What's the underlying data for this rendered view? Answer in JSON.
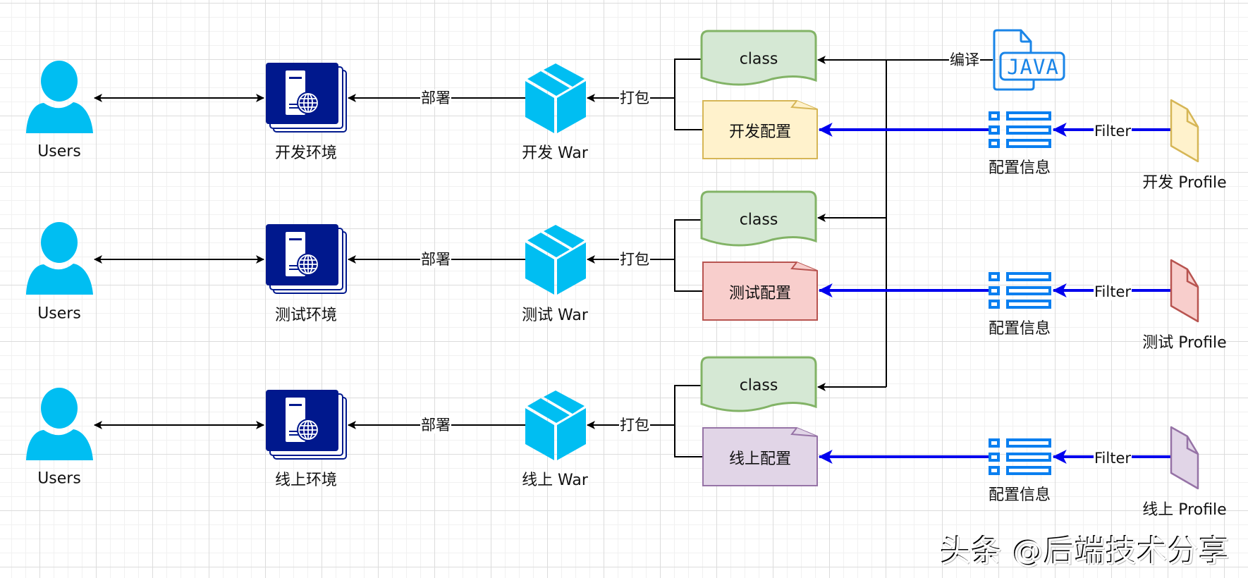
{
  "diagram": {
    "rows": [
      {
        "users_label": "Users",
        "env_label": "开发环境",
        "war_label": "开发 War",
        "deploy_label": "部署",
        "package_label": "打包",
        "class_label": "class",
        "config_label": "开发配置",
        "config_info_label": "配置信息",
        "filter_label": "Filter",
        "profile_label": "开发 Profile",
        "config_colors": {
          "fill": "#fff2cc",
          "stroke": "#d6b656"
        }
      },
      {
        "users_label": "Users",
        "env_label": "测试环境",
        "war_label": "测试 War",
        "deploy_label": "部署",
        "package_label": "打包",
        "class_label": "class",
        "config_label": "测试配置",
        "config_info_label": "配置信息",
        "filter_label": "Filter",
        "profile_label": "测试 Profile",
        "config_colors": {
          "fill": "#f8cecc",
          "stroke": "#b85450"
        }
      },
      {
        "users_label": "Users",
        "env_label": "线上环境",
        "war_label": "线上 War",
        "deploy_label": "部署",
        "package_label": "打包",
        "class_label": "class",
        "config_label": "线上配置",
        "config_info_label": "配置信息",
        "filter_label": "Filter",
        "profile_label": "线上 Profile",
        "config_colors": {
          "fill": "#e1d5e7",
          "stroke": "#9673a6"
        }
      }
    ],
    "compile_label": "编译",
    "java_icon_text": "JAVA",
    "icons": {
      "users": "user-icon",
      "env": "web-server-stack-icon",
      "war": "package-box-icon",
      "java": "java-file-icon",
      "config_info": "list-icon",
      "profile": "document-icon"
    },
    "colors": {
      "user": "#00bef2",
      "server": "#00188d",
      "cube": "#00bef2",
      "java": "#1a85e8",
      "config_info": "#0a7ff0",
      "blue_arrow": "#0000ee",
      "class_fill": "#d5e8d4",
      "class_stroke": "#82b366"
    }
  },
  "watermark": "头条 @后端技术分享"
}
